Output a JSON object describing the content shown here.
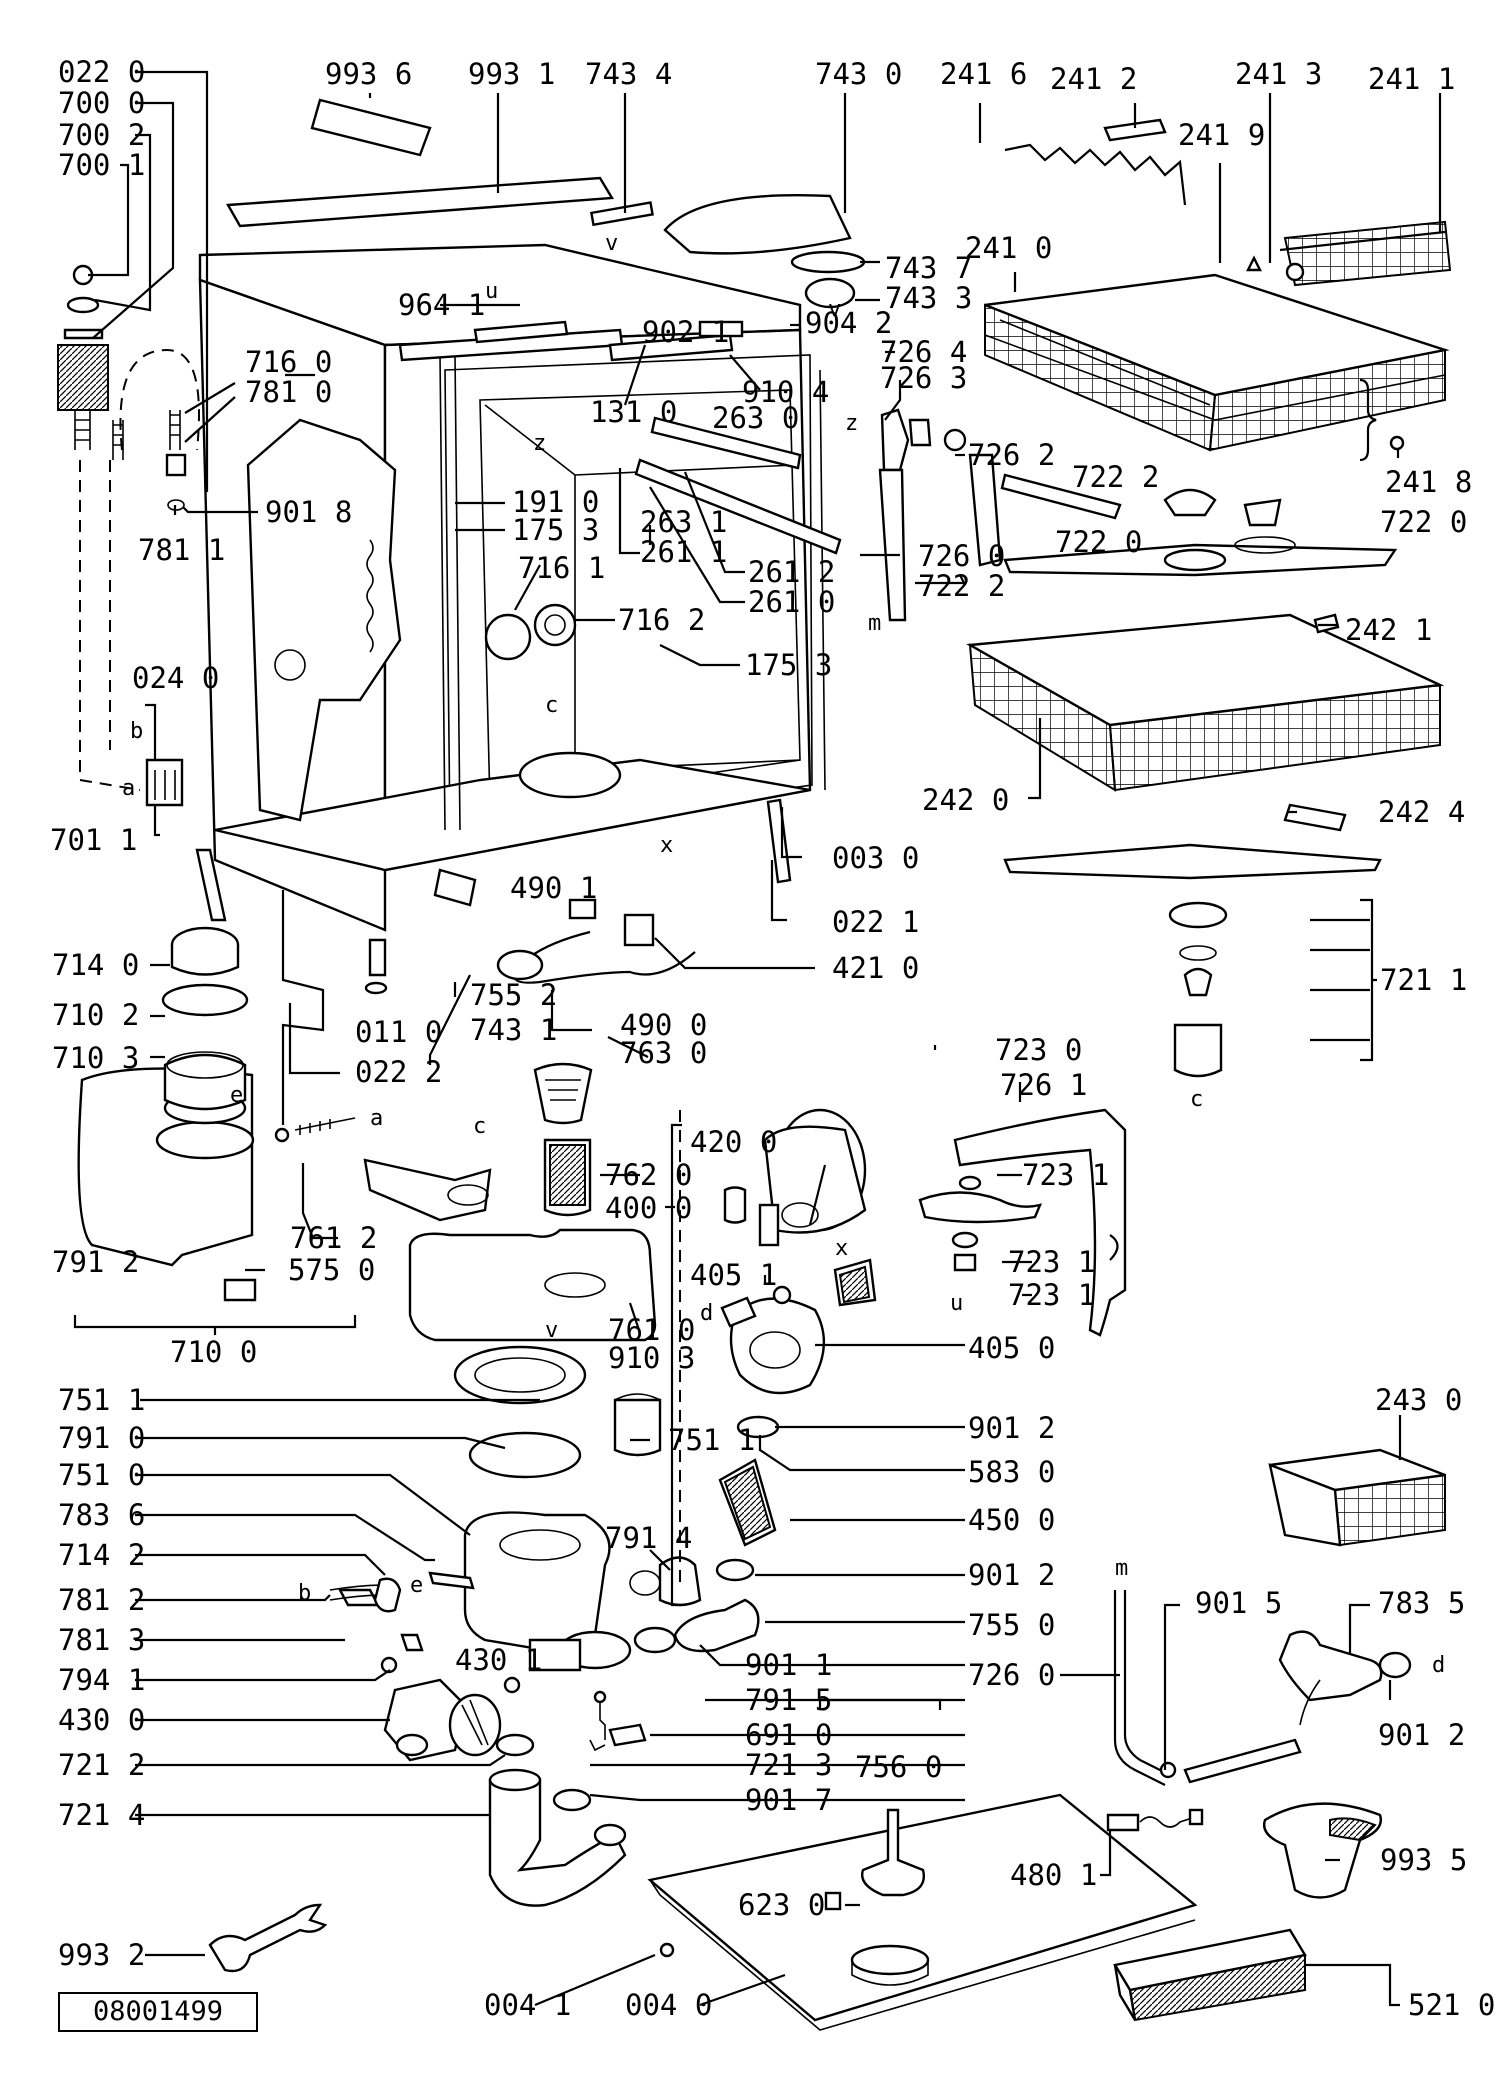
{
  "labels": {
    "L0220a": "022 0",
    "L7000": "700 0",
    "L7002": "700 2",
    "L7001": "700 1",
    "L9936": "993 6",
    "L9931": "993 1",
    "L7434": "743 4",
    "L7430": "743 0",
    "L2416": "241 6",
    "L2412": "241 2",
    "L2413": "241 3",
    "L2411": "241 1",
    "L2419": "241 9",
    "L7437": "743 7",
    "L7433": "743 3",
    "L2410": "241 0",
    "L9641": "964 1",
    "L9021": "902 1",
    "L9042": "904 2",
    "L7264": "726 4",
    "L7263": "726 3",
    "L9104": "910 4",
    "L2630": "263 0",
    "L1310": "131 0",
    "L7262": "726 2",
    "L2418": "241 8",
    "L7160": "716 0",
    "L7810": "781 0",
    "L9018": "901 8",
    "L7811": "781 1",
    "L1910": "191 0",
    "L1753a": "175 3",
    "L7161": "716 1",
    "L2631": "263 1",
    "L2611": "261 1",
    "L2612": "261 2",
    "L2610": "261 0",
    "L7260a": "726 0",
    "L7222a": "722 2",
    "L7222b": "722 2",
    "L7220b": "722 0",
    "L7220": "722 0",
    "L7162": "716 2",
    "L1753b": "175 3",
    "L2421": "242 1",
    "L0240": "024 0",
    "L7011": "701 1",
    "L2420": "242 0",
    "L2424": "242 4",
    "L0030": "003 0",
    "L4901": "490 1",
    "L0221": "022 1",
    "L4210": "421 0",
    "L7140": "714 0",
    "L7552": "755 2",
    "L7102": "710 2",
    "L0110": "011 0",
    "L7431": "743 1",
    "L4900": "490 0",
    "L7630": "763 0",
    "L7211": "721 1",
    "L7103": "710 3",
    "L0222": "022 2",
    "L7230": "723 0",
    "L7261": "726 1",
    "L4200": "420 0",
    "L7620": "762 0",
    "L7231a": "723 1",
    "L7912": "791 2",
    "L7612": "761 2",
    "L4000": "400 0",
    "L5750": "575 0",
    "L4051": "405 1",
    "L7231b": "723 1",
    "L7231c": "723 1",
    "L7100": "710 0",
    "L7610": "761 0",
    "L9103": "910 3",
    "L4050": "405 0",
    "L2430": "243 0",
    "L7511a": "751 1",
    "L7511b": "751 1",
    "L9012a": "901 2",
    "L7910": "791 0",
    "L7510": "751 0",
    "L5830": "583 0",
    "L7836": "783 6",
    "L4500": "450 0",
    "L7142": "714 2",
    "L7914": "791 4",
    "L9012b": "901 2",
    "L7812": "781 2",
    "L7550": "755 0",
    "L9015": "901 5",
    "L7835": "783 5",
    "L7813": "781 3",
    "L4301": "430 1",
    "L9011": "901 1",
    "L7260b": "726 0",
    "L7941": "794 1",
    "L7915": "791 5",
    "L4300": "430 0",
    "L6910": "691 0",
    "L9012c": "901 2",
    "L7212": "721 2",
    "L7213": "721 3",
    "L7560": "756 0",
    "L7214": "721 4",
    "L9017": "901 7",
    "L4801": "480 1",
    "L9935": "993 5",
    "L6230": "623 0",
    "L9932": "993 2",
    "L0041": "004 1",
    "L0040": "004 0",
    "L5210": "521 0"
  },
  "letters": {
    "u1": "u",
    "v1": "v",
    "v2": "v",
    "z1": "z",
    "z2": "z",
    "m1": "m",
    "c1": "c",
    "b1": "b",
    "a1": "a",
    "x1": "x",
    "c2": "c",
    "e1": "e",
    "a2": "a",
    "c3": "c",
    "x2": "x",
    "d1": "d",
    "u2": "u",
    "v3": "v",
    "b2": "b",
    "e2": "e",
    "m2": "m",
    "d2": "d"
  },
  "code_box": "08001499"
}
